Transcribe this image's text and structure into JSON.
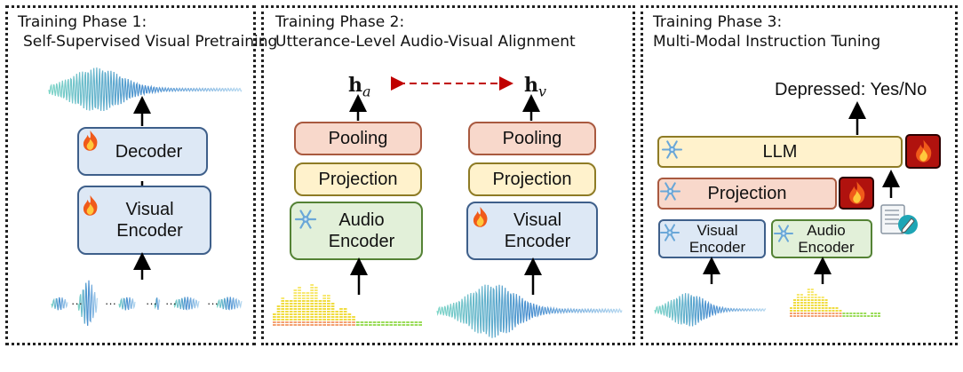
{
  "panel1": {
    "title_line1": "Training Phase 1:",
    "title_line2": "Self-Supervised Visual Pretraining",
    "decoder_label": "Decoder",
    "visual_encoder_label": "Visual\nEncoder"
  },
  "panel2": {
    "title_line1": "Training Phase 2:",
    "title_line2": "Utterance-Level Audio-Visual Alignment",
    "h_a_base": "h",
    "h_a_sub": "a",
    "h_v_base": "h",
    "h_v_sub": "v",
    "pooling_label": "Pooling",
    "projection_label": "Projection",
    "audio_encoder_label": "Audio\nEncoder",
    "visual_encoder_label": "Visual\nEncoder"
  },
  "panel3": {
    "title_line1": "Training Phase 3:",
    "title_line2": "Multi-Modal Instruction Tuning",
    "output_label": "Depressed: Yes/No",
    "llm_label": "LLM",
    "projection_label": "Projection",
    "visual_encoder_label": "Visual\nEncoder",
    "audio_encoder_label": "Audio\nEncoder"
  },
  "icons": {
    "trainable": "fire-icon",
    "frozen": "snowflake-icon",
    "text_input": "document-pen-icon",
    "audio": "spectrum-bars",
    "video": "waveform"
  },
  "colors": {
    "blue_box": "#dde8f5",
    "green_box": "#e2f0d9",
    "pink_box": "#f8d8cb",
    "yellow_box": "#fff2cc",
    "alignment_arrow": "#c00000"
  }
}
